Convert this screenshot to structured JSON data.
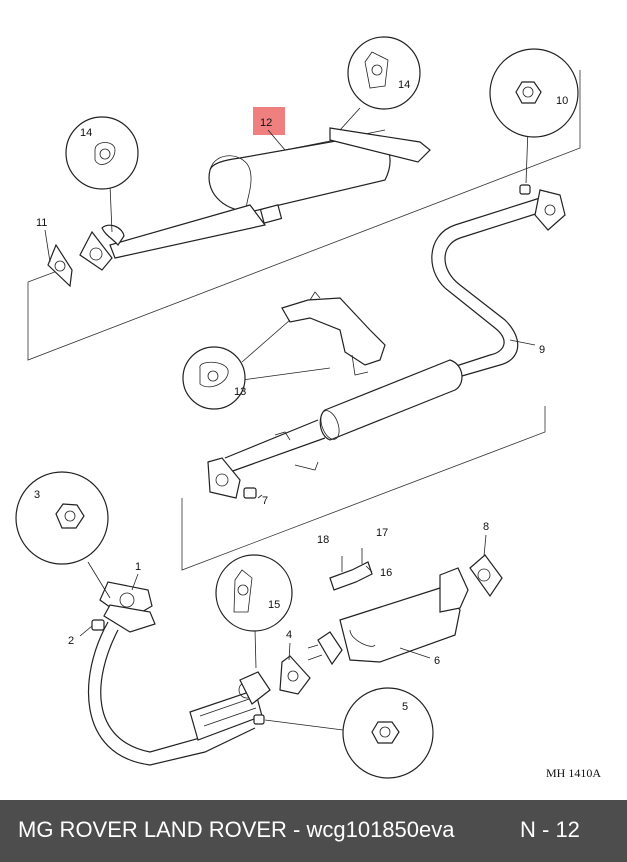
{
  "diagram": {
    "highlight_color": "#f08080",
    "callouts": {
      "c1": "1",
      "c2": "2",
      "c3": "3",
      "c4": "4",
      "c5": "5",
      "c6": "6",
      "c7": "7",
      "c8": "8",
      "c9": "9",
      "c10": "10",
      "c11": "11",
      "c12": "12",
      "c13": "13",
      "c14a": "14",
      "c14b": "14",
      "c15": "15",
      "c16": "16",
      "c17": "17",
      "c18": "18"
    },
    "ref_code": "MH 1410A"
  },
  "footer": {
    "title": "MG ROVER LAND ROVER - wcg101850eva",
    "page": "N - 12",
    "background": "#4d4d4d"
  }
}
